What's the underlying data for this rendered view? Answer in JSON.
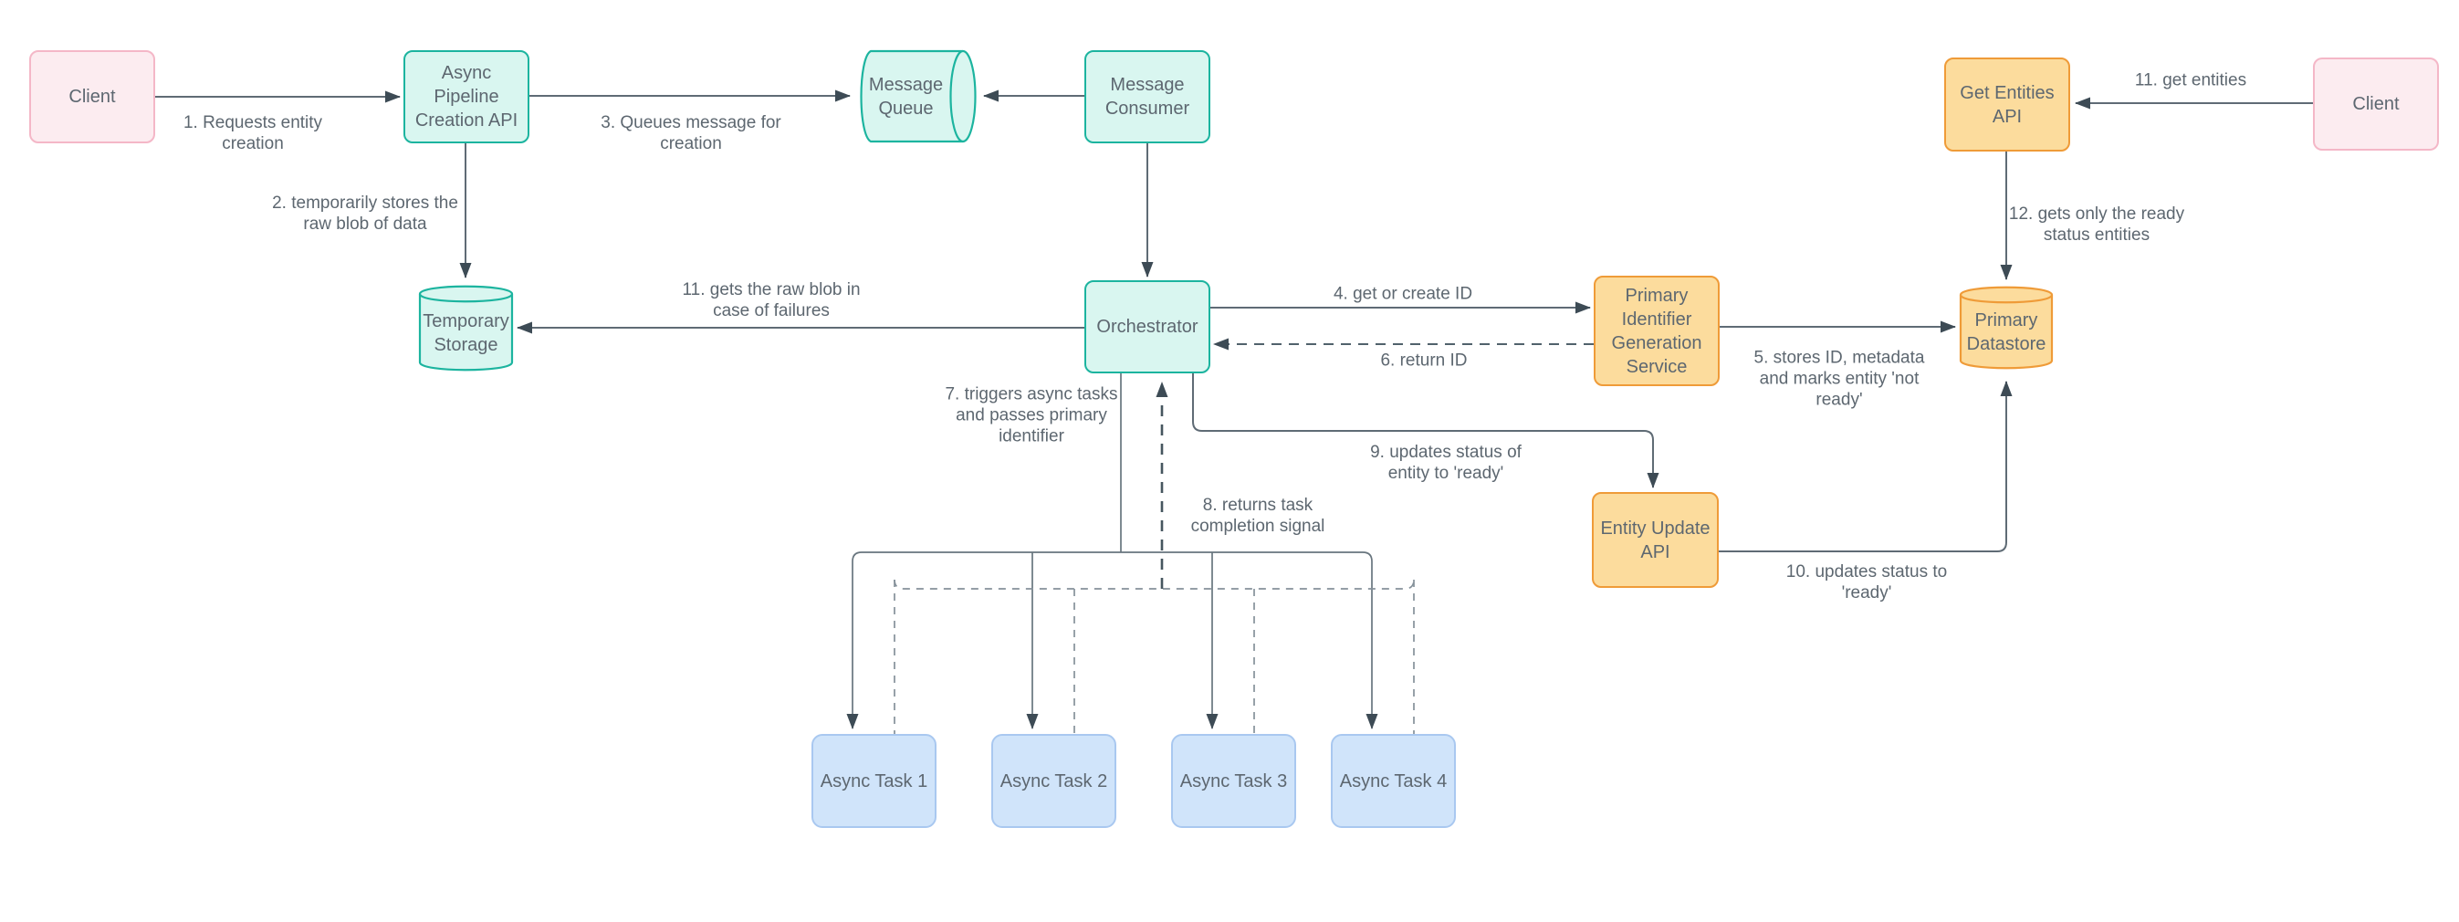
{
  "nodes": {
    "client_left": "Client",
    "async_pipeline_creation_api": "Async\nPipeline\nCreation API",
    "message_queue": "Message\nQueue",
    "message_consumer": "Message\nConsumer",
    "get_entities_api": "Get Entities\nAPI",
    "client_right": "Client",
    "temporary_storage": "Temporary\nStorage",
    "orchestrator": "Orchestrator",
    "primary_identifier_generation_service": "Primary\nIdentifier\nGeneration\nService",
    "primary_datastore": "Primary\nDatastore",
    "entity_update_api": "Entity Update\nAPI",
    "async_task_1": "Async Task 1",
    "async_task_2": "Async Task 2",
    "async_task_3": "Async Task 3",
    "async_task_4": "Async Task 4"
  },
  "edge_labels": {
    "step1": "1. Requests entity\ncreation",
    "step2": "2. temporarily stores the\nraw blob of data",
    "step3": "3. Queues message for\ncreation",
    "step4": "4. get or create ID",
    "step5": "5. stores ID, metadata\nand marks entity 'not\nready'",
    "step6": "6. return ID",
    "step7": "7. triggers async tasks\nand passes primary\nidentifier",
    "step8": "8. returns task\ncompletion signal",
    "step9": "9. updates status of\nentity to 'ready'",
    "step10": "10. updates status to\n'ready'",
    "step11_failures": "11. gets the raw blob in\ncase of failures",
    "step11_get_entities": "11. get entities",
    "step12": "12. gets only the ready\nstatus entities"
  },
  "colors": {
    "teal_border": "#1cb49f",
    "teal_fill": "#d9f6f0",
    "pink_border": "#f4b7c7",
    "pink_fill": "#fcecf0",
    "orange_border": "#ef9b38",
    "orange_fill": "#fcdc9d",
    "blue_border": "#a9c8f0",
    "blue_fill": "#d0e4fa",
    "connector": "#5f6b75",
    "arrowhead": "#3d4b55",
    "text": "#5d6770",
    "background": "#ffffff"
  }
}
